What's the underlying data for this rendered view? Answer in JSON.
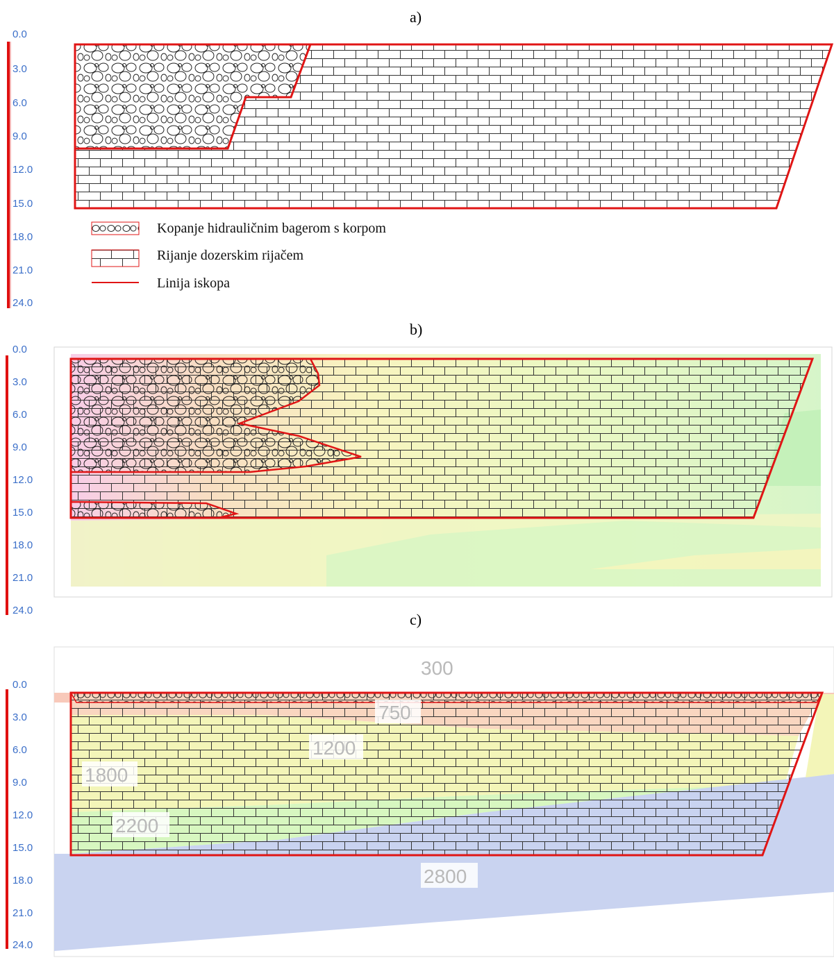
{
  "panels": {
    "a": {
      "label": "a)"
    },
    "b": {
      "label": "b)"
    },
    "c": {
      "label": "c)"
    }
  },
  "depth_scale": {
    "ticks": [
      "0.0",
      "3.0",
      "6.0",
      "9.0",
      "12.0",
      "15.0",
      "18.0",
      "21.0",
      "24.0"
    ],
    "color": "#e01010"
  },
  "legend": {
    "bucket_excavation": "Kopanje hidrauličnim bagerom s korpom",
    "dozer_ripping": "Rijanje dozerskim rijačem",
    "excavation_line": "Linija iskopa"
  },
  "contours_c": {
    "v300": "300",
    "v750": "750",
    "v1200": "1200",
    "v1800": "1800",
    "v2200": "2200",
    "v2800": "2800"
  },
  "colors": {
    "line": "#e01515",
    "pink": "#f6c8e4",
    "orange": "#f9d9b2",
    "yellow": "#f6f6b6",
    "green": "#d7f7c0",
    "blue": "#c9d3f0"
  }
}
